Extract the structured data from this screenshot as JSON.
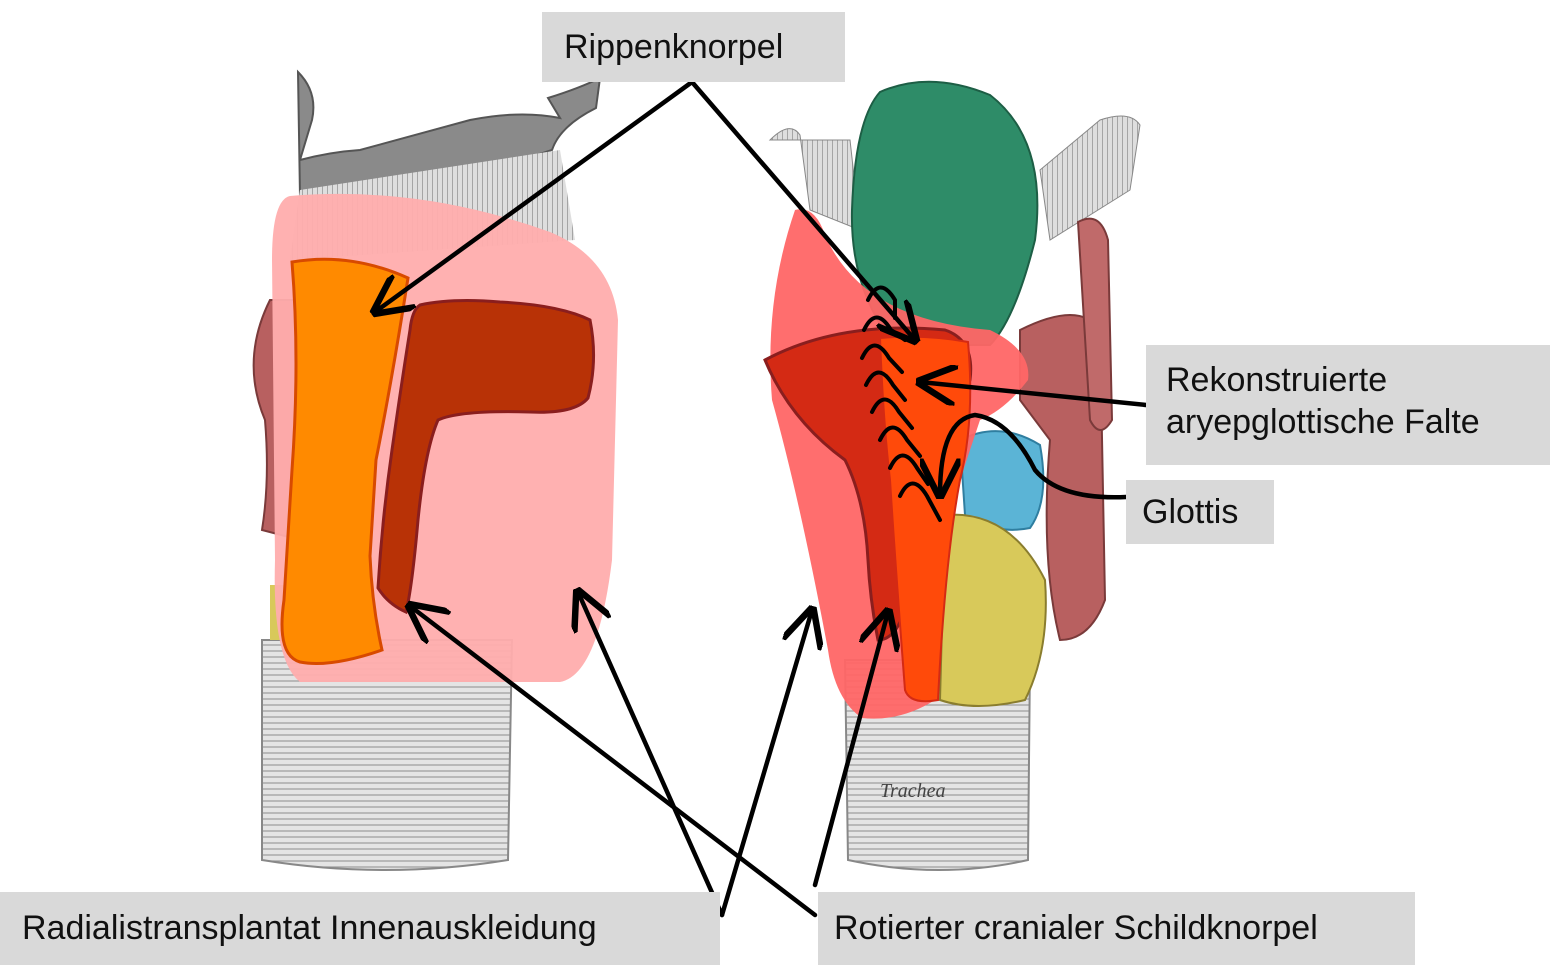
{
  "labels": {
    "rippenknorpel": "Rippenknorpel",
    "rekonstruierte_line1": "Rekonstruierte",
    "rekonstruierte_line2": "aryepglottische Falte",
    "glottis": "Glottis",
    "radialistransplantat": "Radialistransplantat Innenauskleidung",
    "rotierter_schildknorpel": "Rotierter cranialer Schildknorpel",
    "trachea": "Trachea"
  },
  "colors": {
    "label_box": "#d9d9d9",
    "radial_graft": "#ffadad",
    "rib_cartilage": "#ff8a00",
    "thyroid_cartilage": "#b83206",
    "epiglottis": "#2e8c68",
    "cuneiform": "#5bb4d6",
    "cricoid": "#d8c95a",
    "muscle": "#b86060"
  }
}
